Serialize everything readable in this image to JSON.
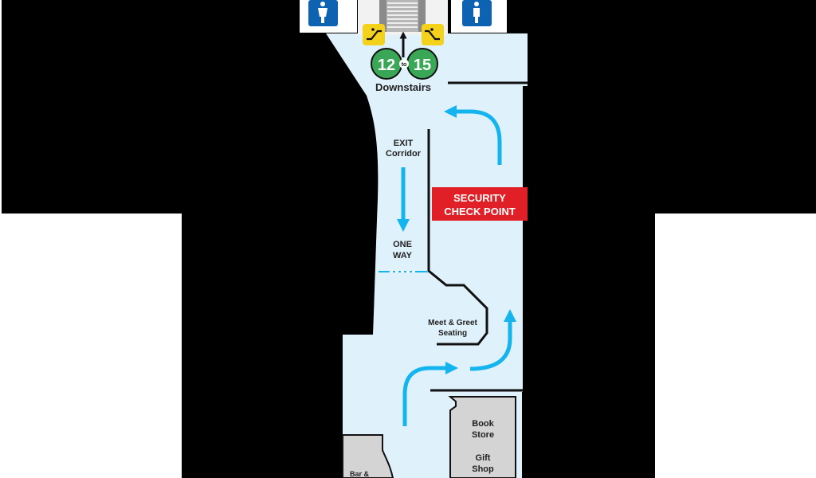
{
  "labels": {
    "gate_from": "12",
    "gate_to": "15",
    "gate_range_word": "to",
    "downstairs": "Downstairs",
    "exit_line1": "EXIT",
    "exit_line2": "Corridor",
    "one_way_line1": "ONE",
    "one_way_line2": "WAY",
    "security_line1": "SECURITY",
    "security_line2": "CHECK POINT",
    "meet_line1": "Meet & Greet",
    "meet_line2": "Seating",
    "book_line1": "Book",
    "book_line2": "Store",
    "gift_line1": "Gift",
    "gift_line2": "Shop",
    "bar_line1": "Bar &"
  },
  "icons": {
    "restroom_left": "person-icon",
    "restroom_right": "person-icon",
    "escalator_up": "escalator-icon",
    "escalator_down": "escalator-icon",
    "escalator": "escalator-icon",
    "route_arrows": "arrow-icon"
  },
  "colors": {
    "background": "#000000",
    "floor": "#dff1fb",
    "route_arrow": "#14b4ee",
    "security_badge": "#e01f26",
    "gate_badge": "#3aa757",
    "escalator_badge": "#f4d21c",
    "restroom_sign": "#0d63b1",
    "walls": "#111111",
    "store": "#d4d4d4"
  }
}
